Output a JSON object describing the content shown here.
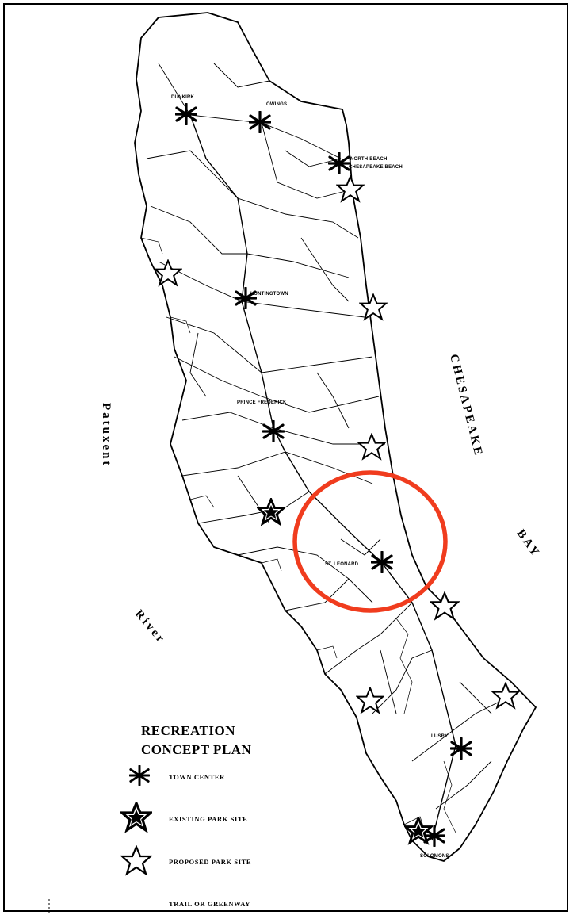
{
  "map": {
    "title_line1": "RECREATION",
    "title_line2": "CONCEPT PLAN",
    "water_left": "Patuxent",
    "water_left2": "River",
    "water_right": "CHESAPEAKE",
    "water_right2": "BAY"
  },
  "towns": [
    {
      "name": "DUNKIRK"
    },
    {
      "name": "OWINGS"
    },
    {
      "name": "NORTH BEACH"
    },
    {
      "name": "CHESAPEAKE BEACH"
    },
    {
      "name": "HUNTINGTOWN"
    },
    {
      "name": "PRINCE FREDERICK"
    },
    {
      "name": "ST. LEONARD"
    },
    {
      "name": "LUSBY"
    },
    {
      "name": "SOLOMONS"
    }
  ],
  "legend": {
    "town_center": "TOWN CENTER",
    "existing_park": "EXISTING PARK SITE",
    "proposed_park": "PROPOSED PARK SITE",
    "trail": "TRAIL OR GREENWAY"
  },
  "highlight": {
    "color": "#f03c1e"
  }
}
